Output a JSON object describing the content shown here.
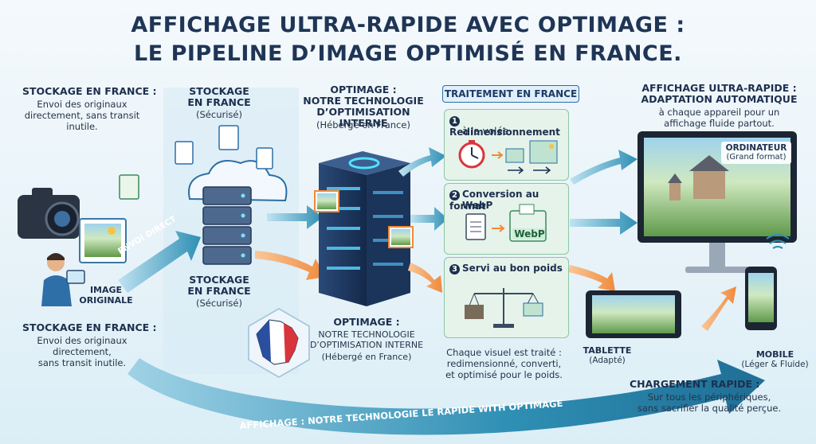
{
  "title": {
    "line1": "Affichage ultra-rapide avec OptImage :",
    "line2": "Le pipeline d’image optimisé en France."
  },
  "left_top": {
    "heading": "Stockage en France :",
    "body": [
      "Envoi des originaux",
      "directement, sans transit",
      "inutile."
    ]
  },
  "left_bottom": {
    "heading": "Stockage en France :",
    "body": [
      "Envoi des originaux",
      "directement,",
      "sans transit inutile."
    ]
  },
  "source": {
    "label_line1": "IMAGE",
    "label_line2": "ORIGINALE",
    "arrow_label": "ENVOI DIRECT"
  },
  "storage_top": {
    "line1": "STOCKAGE",
    "line2": "EN FRANCE",
    "note": "(Sécurisé)"
  },
  "storage_bottom": {
    "line1": "STOCKAGE",
    "line2": "EN FRANCE",
    "note": "(Sécurisé)"
  },
  "optimage_top": {
    "line1": "OPTIMAGE :",
    "line2": "NOTRE TECHNOLOGIE",
    "line3": "D’OPTIMISATION INTERNE",
    "note": "(Hébergé en France)"
  },
  "optimage_bottom": {
    "line1": "OPTIMAGE :",
    "line2": "NOTRE TECHNOLOGIE",
    "line3": "D’OPTIMISATION INTERNE",
    "note": "(Hébergé en France)"
  },
  "processing": {
    "badge": "TRAITEMENT EN FRANCE",
    "steps": [
      {
        "num": "1",
        "line1": "Redimensionnement",
        "line2": "à la volée"
      },
      {
        "num": "2",
        "line1": "Conversion au format",
        "line2": "WebP"
      },
      {
        "num": "3",
        "line1": "Servi au bon poids",
        "line2": ""
      }
    ],
    "webp_label": "WebP",
    "caption": [
      "Chaque visuel est traité :",
      "redimensionné, converti,",
      "et optimisé pour le poids."
    ]
  },
  "display": {
    "heading1": "Affichage ultra-rapide :",
    "heading2": "Adaptation automatique",
    "body": [
      "à chaque appareil pour un",
      "affichage fluide partout."
    ]
  },
  "devices": {
    "desktop_label": "ORDINATEUR",
    "desktop_note": "(Grand format)",
    "tablet_label": "TABLETTE",
    "tablet_note": "(Adapté)",
    "mobile_label": "MOBILE",
    "mobile_note": "(Léger & Fluide)"
  },
  "loading": {
    "heading": "Chargement rapide :",
    "body": [
      "Sur tous les périphériques,",
      "sans sacrifier la qualité perçue."
    ]
  },
  "bottom_arrow": {
    "label": "AFFICHAGE : NOTRE TECHNOLOGIE LE RAPIDE WITH OPTIMAGE"
  },
  "colors": {
    "title": "#1f3556",
    "arrow_teal": "#2f8fb4",
    "arrow_orange": "#f08a3c",
    "panel_green": "#e5f3ea",
    "navy": "#1d2f4e"
  }
}
